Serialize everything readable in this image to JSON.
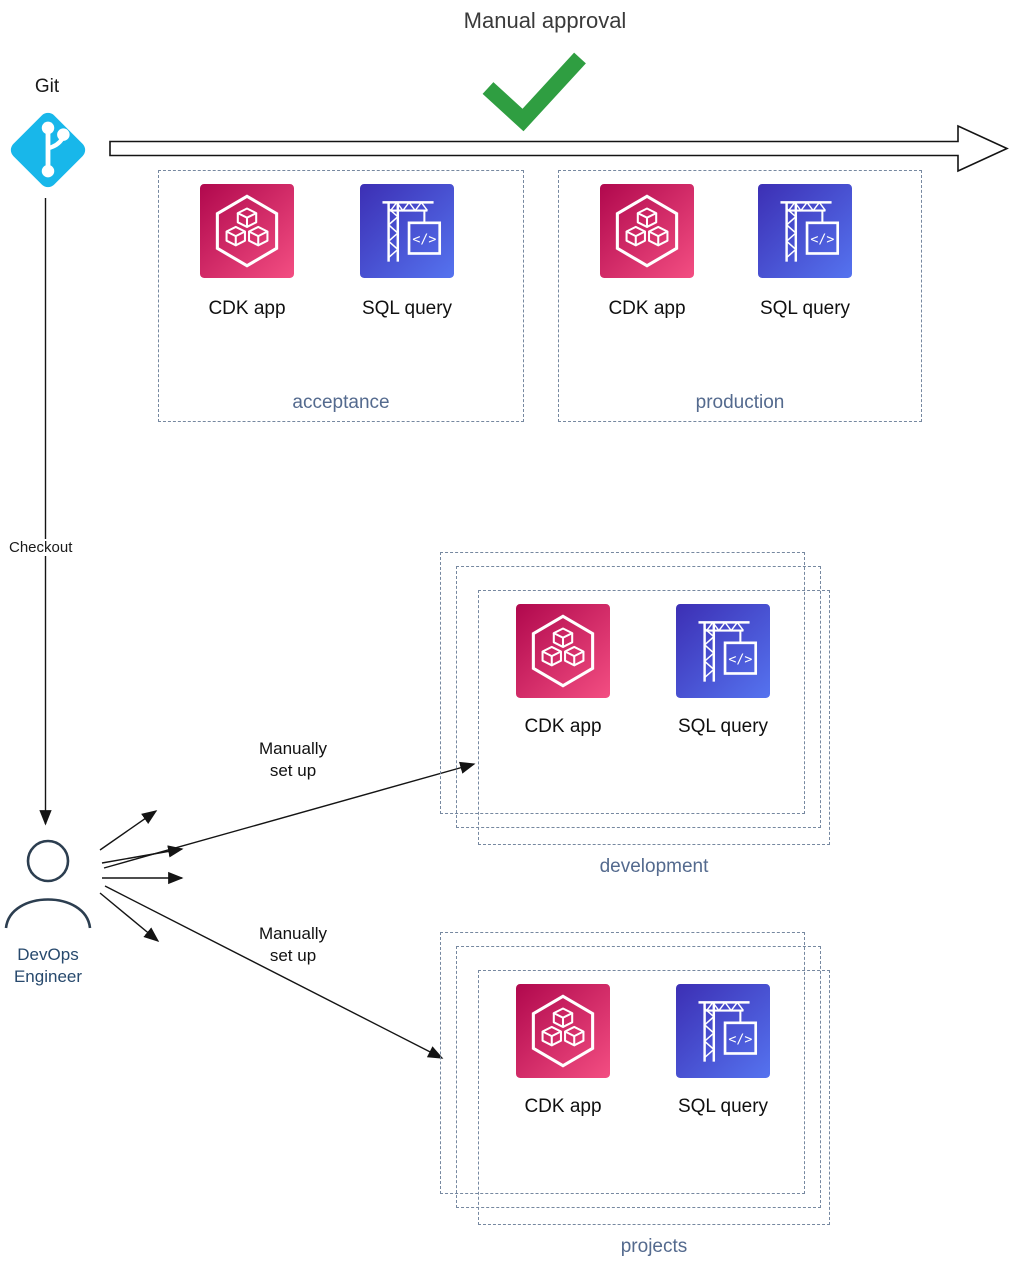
{
  "title": "Manual approval",
  "git": {
    "label": "Git",
    "icon": "git-icon"
  },
  "checkout": {
    "label": "Checkout"
  },
  "devops": {
    "label": "DevOps\nEngineer",
    "icon": "person-icon"
  },
  "approval": {
    "icon": "green-checkmark-icon"
  },
  "arrows": {
    "manual_setup_development": "Manually\nset up",
    "manual_setup_projects": "Manually\nset up"
  },
  "boxes": {
    "acceptance": {
      "label": "acceptance",
      "cdk_label": "CDK app",
      "sql_label": "SQL query"
    },
    "production": {
      "label": "production",
      "cdk_label": "CDK app",
      "sql_label": "SQL query"
    },
    "development": {
      "label": "development",
      "cdk_label": "CDK app",
      "sql_label": "SQL query"
    },
    "projects": {
      "label": "projects",
      "cdk_label": "CDK app",
      "sql_label": "SQL query"
    }
  },
  "icons": {
    "cdk": "cdk-app-icon",
    "sql": "sql-query-crane-icon",
    "sql_glyph": "</>"
  },
  "colors": {
    "cdk_gradient_start": "#b0084d",
    "cdk_gradient_end": "#f34e82",
    "sql_gradient_start": "#3c2fb4",
    "sql_gradient_end": "#5573ef",
    "git_cyan": "#18b7ea",
    "check_green": "#2f9e41",
    "env_label_blue": "#546a8e",
    "dashed_border": "#7688a0"
  }
}
